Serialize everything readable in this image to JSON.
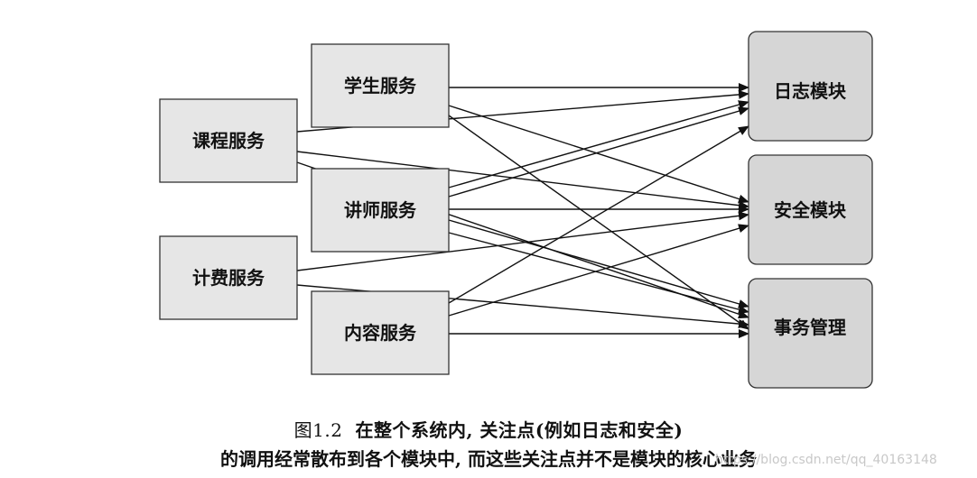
{
  "services": [
    {
      "id": "student",
      "label": "学生服务"
    },
    {
      "id": "course",
      "label": "课程服务"
    },
    {
      "id": "lecturer",
      "label": "讲师服务"
    },
    {
      "id": "billing",
      "label": "计费服务"
    },
    {
      "id": "content",
      "label": "内容服务"
    }
  ],
  "modules": [
    {
      "id": "log",
      "label": "日志模块"
    },
    {
      "id": "security",
      "label": "安全模块"
    },
    {
      "id": "transaction",
      "label": "事务管理"
    }
  ],
  "caption": {
    "figure_number": "图1.2",
    "line1": "在整个系统内, 关注点(例如日志和安全)",
    "line2": "的调用经常散布到各个模块中, 而这些关注点并不是模块的核心业务"
  },
  "watermark": "https://blog.csdn.net/qq_40163148",
  "colors": {
    "service_fill": "#e6e6e6",
    "module_fill": "#d6d6d6",
    "stroke": "#333333",
    "arrow": "#111111"
  }
}
